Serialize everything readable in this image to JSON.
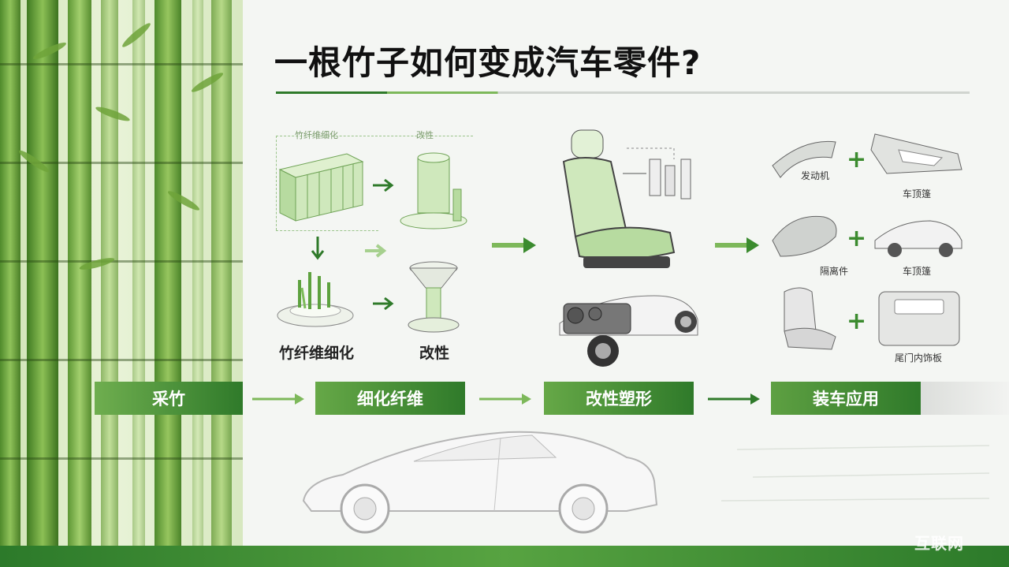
{
  "title": "一根竹子如何变成汽车零件?",
  "colors": {
    "accent_dark": "#2f7a2a",
    "accent_light": "#7db85a",
    "stage_bg": "#2f7a2a"
  },
  "fiber_section": {
    "label": "竹纤维细化",
    "tiny_label_1": "竹纤维细化",
    "tiny_label_2": "改性"
  },
  "modification_label": "改性",
  "parts": [
    {
      "name": "发动机"
    },
    {
      "name": "车顶篷"
    },
    {
      "name": "隔离件"
    },
    {
      "name": "车顶篷"
    },
    {
      "name": "尾门内饰板"
    }
  ],
  "stages": [
    {
      "label": "采竹"
    },
    {
      "label": "细化纤维"
    },
    {
      "label": "改性塑形"
    },
    {
      "label": "装车应用"
    }
  ],
  "watermark": "互联网"
}
